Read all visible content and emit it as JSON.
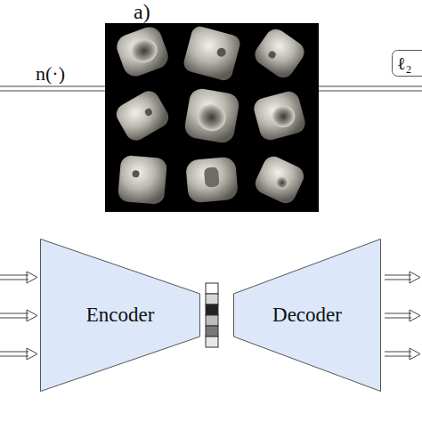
{
  "diagram": {
    "nodes": [
      {
        "text": [
          "ℓ₂"
        ]
      },
      {
        "text": [
          "Encoder"
        ]
      },
      {
        "text": [
          "Decoder"
        ]
      }
    ],
    "labels": [
      "a)",
      "n(·)"
    ]
  }
}
